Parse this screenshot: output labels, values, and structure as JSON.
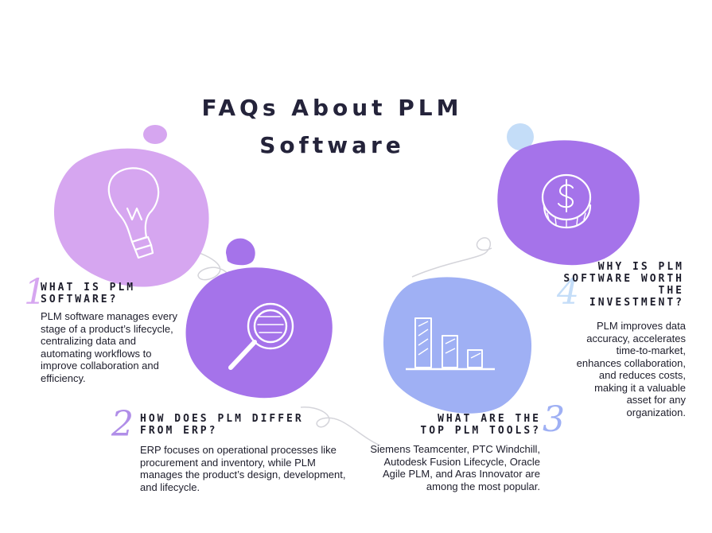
{
  "title": {
    "line1": "FAQs About PLM",
    "line2": "Software"
  },
  "faqs": [
    {
      "number": "1",
      "question_line1": "What is PLM",
      "question_line2": "Software?",
      "answer": "PLM software manages every stage of a product’s lifecycle, centralizing data and automating workflows to improve collaboration and efficiency.",
      "icon": "light-bulb-icon"
    },
    {
      "number": "2",
      "question_line1": "How does PLM differ",
      "question_line2": "from ERP?",
      "answer": "ERP focuses on operational processes like procurement and inventory, while PLM manages the product’s design, development, and lifecycle.",
      "icon": "magnifying-glass-icon"
    },
    {
      "number": "3",
      "question_line1": "What are the",
      "question_line2": "top PLM tools?",
      "answer": "Siemens Teamcenter, PTC Windchill, Autodesk Fusion Lifecycle, Oracle Agile PLM, and Aras Innovator are among the most popular.",
      "icon": "bar-chart-icon"
    },
    {
      "number": "4",
      "question_line1": "Why is PLM",
      "question_line2": "software worth the",
      "question_line3": "investment?",
      "answer": "PLM improves data accuracy, accelerates time-to-market, enhances collaboration, and reduces costs, making it a valuable asset for any organization.",
      "icon": "dollar-coin-icon"
    }
  ],
  "colors": {
    "blob_lilac": "#d6a6f0",
    "blob_purple": "#a573ea",
    "blob_periwinkle": "#9fb0f4",
    "dot_lightblue": "#c4ddf8",
    "numbers": "#b8b3ef",
    "title": "#24233a"
  }
}
